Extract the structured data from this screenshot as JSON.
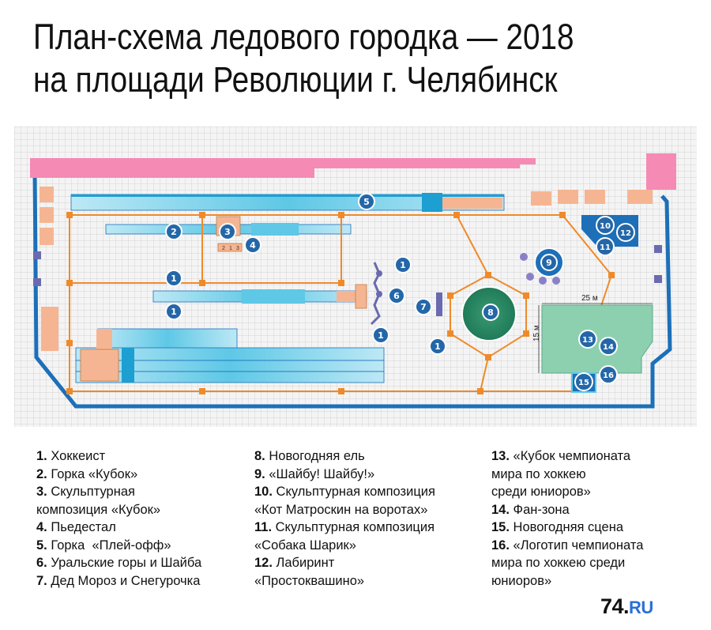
{
  "title": {
    "line1": "План-схема ледового городка — 2018",
    "line2": "на площади Революции г. Челябинск"
  },
  "map": {
    "dim_25": "25 м",
    "dim_15": "15 м",
    "sub_labels": [
      "2",
      "1",
      "3"
    ],
    "markers": [
      "1",
      "2",
      "3",
      "4",
      "5",
      "6",
      "7",
      "8",
      "9",
      "10",
      "11",
      "12",
      "13",
      "14",
      "15",
      "16"
    ]
  },
  "legend": {
    "col1": [
      {
        "num": "1.",
        "text": "Хоккеист"
      },
      {
        "num": "2.",
        "text": "Горка «Кубок»"
      },
      {
        "num": "3.",
        "text": "Скульптурная"
      },
      {
        "num": "",
        "text": "композиция «Кубок»"
      },
      {
        "num": "4.",
        "text": "Пьедестал"
      },
      {
        "num": "5.",
        "text": "Горка  «Плей-офф»"
      },
      {
        "num": "6.",
        "text": "Уральские горы и Шайба"
      },
      {
        "num": "7.",
        "text": "Дед Мороз и Снегурочка"
      }
    ],
    "col2": [
      {
        "num": "8.",
        "text": "Новогодняя ель"
      },
      {
        "num": "9.",
        "text": "«Шайбу! Шайбу!»"
      },
      {
        "num": "10.",
        "text": "Скульптурная композиция"
      },
      {
        "num": "",
        "text": "«Кот Матроскин на воротах»"
      },
      {
        "num": "11.",
        "text": "Скульптурная композиция"
      },
      {
        "num": "",
        "text": "«Собака Шарик»"
      },
      {
        "num": "12.",
        "text": "Лабиринт"
      },
      {
        "num": "",
        "text": "«Простоквашино»"
      }
    ],
    "col3": [
      {
        "num": "13.",
        "text": "«Кубок чемпионата"
      },
      {
        "num": "",
        "text": "мира по хоккею"
      },
      {
        "num": "",
        "text": "среди юниоров»"
      },
      {
        "num": "14.",
        "text": "Фан-зона"
      },
      {
        "num": "15.",
        "text": "Новогодняя сцена"
      },
      {
        "num": "16.",
        "text": "«Логотип чемпионата"
      },
      {
        "num": "",
        "text": "мира по хоккею среди"
      },
      {
        "num": "",
        "text": "юниоров»"
      }
    ]
  },
  "logo": {
    "part1": "74.",
    "part2": "RU"
  },
  "colors": {
    "grid": "#c9c9c9",
    "pink": "#f58ab4",
    "peach": "#f6b592",
    "orange": "#ef8a2a",
    "blue": "#1d6fb8",
    "cyan": "#5ec8e6",
    "green": "#8dd0b0",
    "marker": "#2467a8"
  }
}
